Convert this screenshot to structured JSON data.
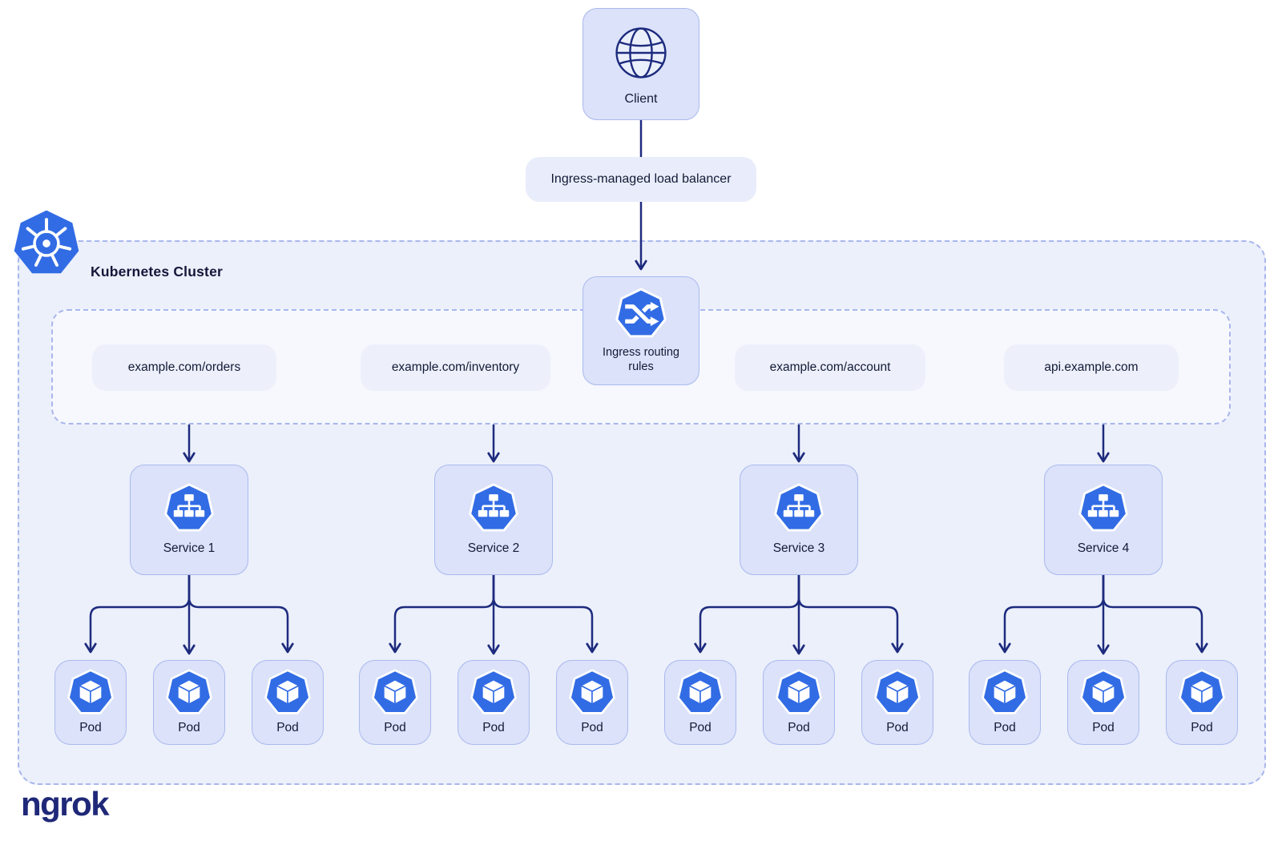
{
  "client": {
    "label": "Client",
    "icon": "globe-icon"
  },
  "load_balancer": {
    "label": "Ingress-managed load balancer"
  },
  "cluster": {
    "label": "Kubernetes Cluster",
    "icon": "kubernetes-logo",
    "ingress_label": "Ingress routing rules",
    "ingress_icon": "ingress-routing-icon",
    "routes": [
      "example.com/orders",
      "example.com/inventory",
      "example.com/account",
      "api.example.com"
    ],
    "groups": [
      {
        "service_label": "Service 1",
        "service_icon": "service-icon",
        "pods": [
          "Pod",
          "Pod",
          "Pod"
        ]
      },
      {
        "service_label": "Service 2",
        "service_icon": "service-icon",
        "pods": [
          "Pod",
          "Pod",
          "Pod"
        ]
      },
      {
        "service_label": "Service 3",
        "service_icon": "service-icon",
        "pods": [
          "Pod",
          "Pod",
          "Pod"
        ]
      },
      {
        "service_label": "Service 4",
        "service_icon": "service-icon",
        "pods": [
          "Pod",
          "Pod",
          "Pod"
        ]
      }
    ]
  },
  "branding": {
    "wordmark": "ngrok"
  },
  "colors": {
    "kubernetes_blue": "#326CE5",
    "arrow_navy": "#1d2b7e",
    "node_fill": "#dbe2f9",
    "node_border": "#aab9ee",
    "cluster_fill": "#ecf0fb",
    "cluster_border": "#a9b6ec",
    "inner_fill": "#f6f8fe",
    "pill_fill": "#e9edfb",
    "route_fill": "#edf0fb",
    "text_dark": "#131a36",
    "logo_navy": "#1f2878"
  }
}
